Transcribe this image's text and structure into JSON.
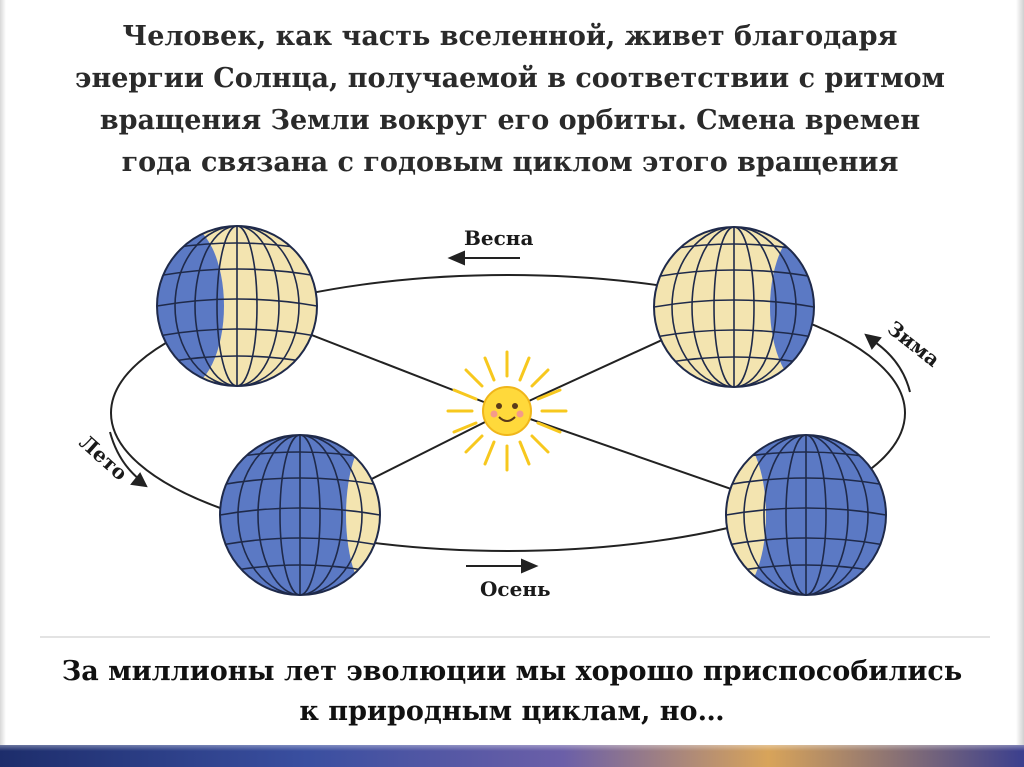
{
  "header": {
    "lines": [
      "Человек, как часть вселенной, живет благодаря",
      "энергии Солнца, получаемой в соответствии с ритмом",
      "вращения Земли вокруг его орбиты. Смена времен",
      "года связана с годовым циклом этого вращения"
    ]
  },
  "diagram": {
    "seasons": {
      "spring": "Весна",
      "winter": "Зима",
      "summer": "Лето",
      "autumn": "Осень"
    },
    "colors": {
      "lit": "#f3e4b0",
      "night": "#5b79c4",
      "grid": "#1f2a4a",
      "orbit": "#222222",
      "sun_rays": "#f7c81e",
      "sun_face": "#ffd93b"
    }
  },
  "footer": {
    "lines": [
      "За миллионы лет эволюции мы хорошо приспособились",
      "к природным циклам, но…"
    ]
  }
}
